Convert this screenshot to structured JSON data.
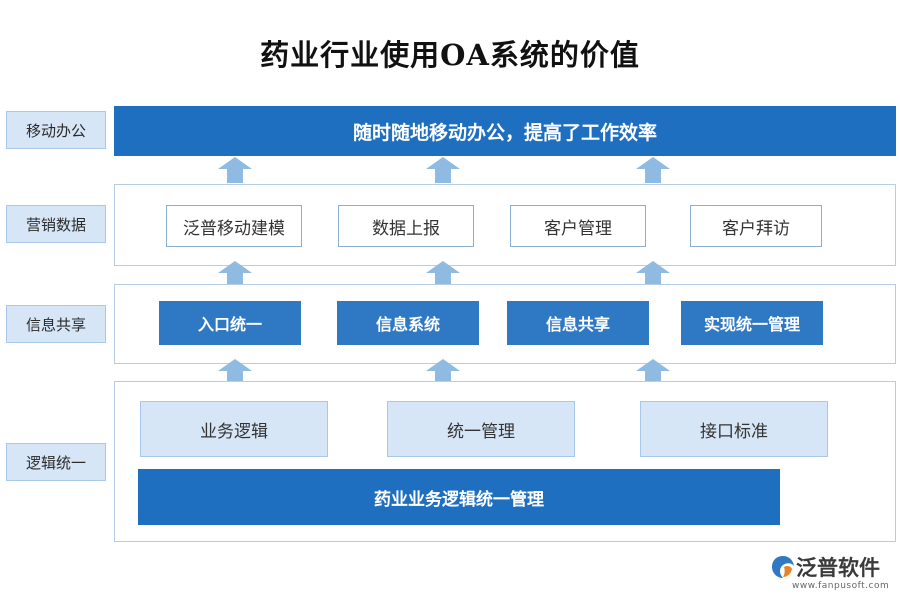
{
  "title": "药业行业使用OA系统的价值",
  "layers": [
    {
      "label": "移动办公"
    },
    {
      "label": "营销数据"
    },
    {
      "label": "信息共享"
    },
    {
      "label": "逻辑统一"
    }
  ],
  "mobile": {
    "banner": "随时随地移动办公，提高了工作效率"
  },
  "marketing": {
    "items": [
      "泛普移动建模",
      "数据上报",
      "客户管理",
      "客户拜访"
    ]
  },
  "sharing": {
    "items": [
      "入口统一",
      "信息系统",
      "信息共享",
      "实现统一管理"
    ]
  },
  "logic": {
    "items": [
      "业务逻辑",
      "统一管理",
      "接口标准"
    ],
    "bar": "药业业务逻辑统一管理"
  },
  "logo": {
    "name": "泛普软件",
    "url": "www.fanpusoft.com"
  },
  "colors": {
    "primary": "#1f6fc0",
    "secondary": "#2f79c4",
    "light": "#d6e6f7",
    "arrow": "#8fbbe3"
  }
}
